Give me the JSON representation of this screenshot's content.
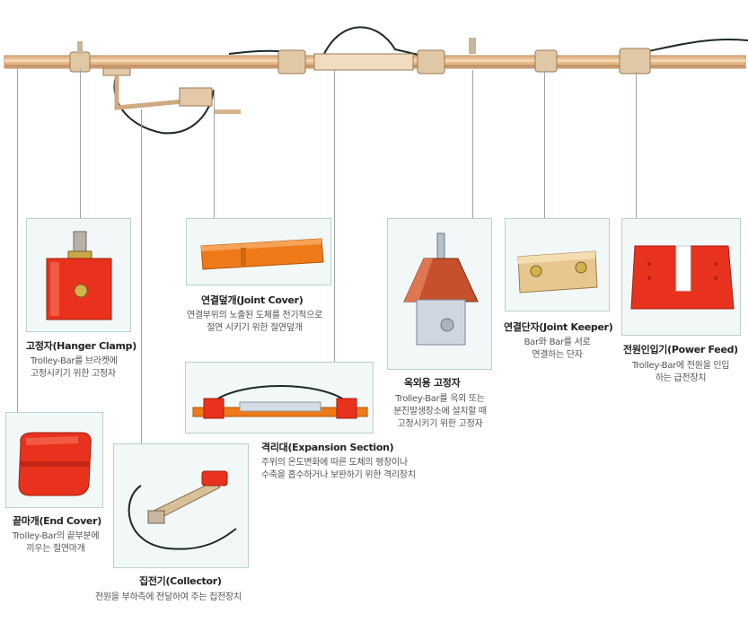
{
  "colors": {
    "rail": "#e6b98a",
    "rail_shadow": "#c8956a",
    "part_red": "#e8321e",
    "part_orange": "#ee7a1a",
    "cable": "#1c2a28",
    "box_bg": "#f2f8f8",
    "box_border": "#b9cfd0",
    "leader": "#9aa7a8"
  },
  "parts": [
    {
      "id": "hanger-clamp",
      "title": "고정자(Hanger Clamp)",
      "desc": "Trolley-Bar를 브라켓에\n고정시키기 위한 고정자",
      "icon": "hanger-clamp-icon"
    },
    {
      "id": "joint-cover",
      "title": "연결덮개(Joint Cover)",
      "desc": "연결부위의 노출된 도체를 전기적으로\n절연 시키기 위한 절연덮개",
      "icon": "joint-cover-icon"
    },
    {
      "id": "outdoor-clamp",
      "title": "옥외용 고정자",
      "desc": "Trolley-Bar를 옥외 또는\n분진발생장소에 설치할 때\n고정시키기 위한 고정자",
      "icon": "outdoor-clamp-icon"
    },
    {
      "id": "joint-keeper",
      "title": "연결단자(Joint Keeper)",
      "desc": "Bar와 Bar를 서로\n연결하는 단자",
      "icon": "joint-keeper-icon"
    },
    {
      "id": "power-feed",
      "title": "전원인입기(Power Feed)",
      "desc": "Trolley-Bar에 전원을 인입\n하는 급전장치",
      "icon": "power-feed-icon"
    },
    {
      "id": "expansion-section",
      "title": "격리대(Expansion Section)",
      "desc": "주위의 온도변화에 따른 도체의 팽창이나\n수축을 흡수하거나 보완하기 위한 격리장치",
      "icon": "expansion-section-icon"
    },
    {
      "id": "end-cover",
      "title": "끝마개(End Cover)",
      "desc": "Trolley-Bar의 끝부분에\n끼우는 절연마개",
      "icon": "end-cover-icon"
    },
    {
      "id": "collector",
      "title": "집전기(Collector)",
      "desc": "전원을 부하측에 전달하여 주는 집전장치",
      "icon": "collector-icon"
    }
  ]
}
